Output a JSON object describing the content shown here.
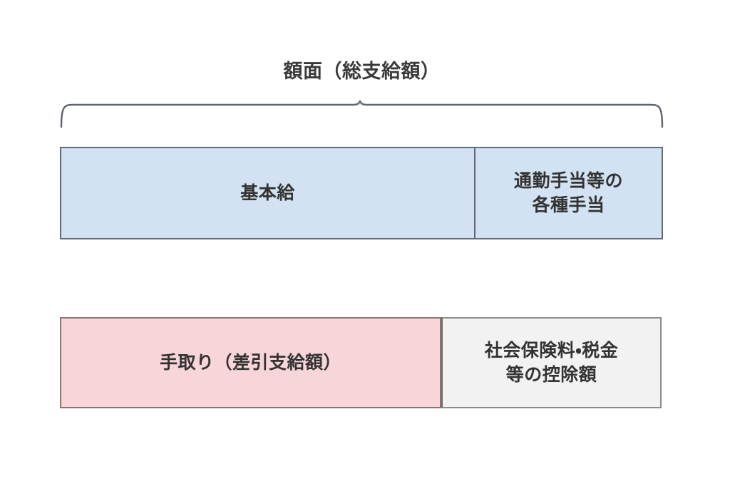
{
  "diagram": {
    "title": "額面（総支給額）",
    "bracket_icon": "curly-brace-icon",
    "colors": {
      "gross_fill": "#d3e2f2",
      "gross_border": "#5f6b77",
      "takehome_fill": "#f7d5d8",
      "takehome_border": "#8d7474",
      "deduction_fill": "#f2f2f2",
      "deduction_border": "#8b8b8b",
      "text": "#333333",
      "background": "#ffffff"
    },
    "gross_bar": {
      "segments": [
        {
          "label": "基本給",
          "line1": "基本給",
          "line2": ""
        },
        {
          "label": "通勤手当等の各種手当",
          "line1": "通勤手当等の",
          "line2": "各種手当"
        }
      ]
    },
    "net_bar": {
      "segments": [
        {
          "label": "手取り（差引支給額）",
          "line1": "手取り（差引支給額）",
          "line2": ""
        },
        {
          "label": "社会保険料・税金等の控除額",
          "line1": "社会保険料・税金",
          "line2": "等の控除額"
        }
      ]
    }
  }
}
